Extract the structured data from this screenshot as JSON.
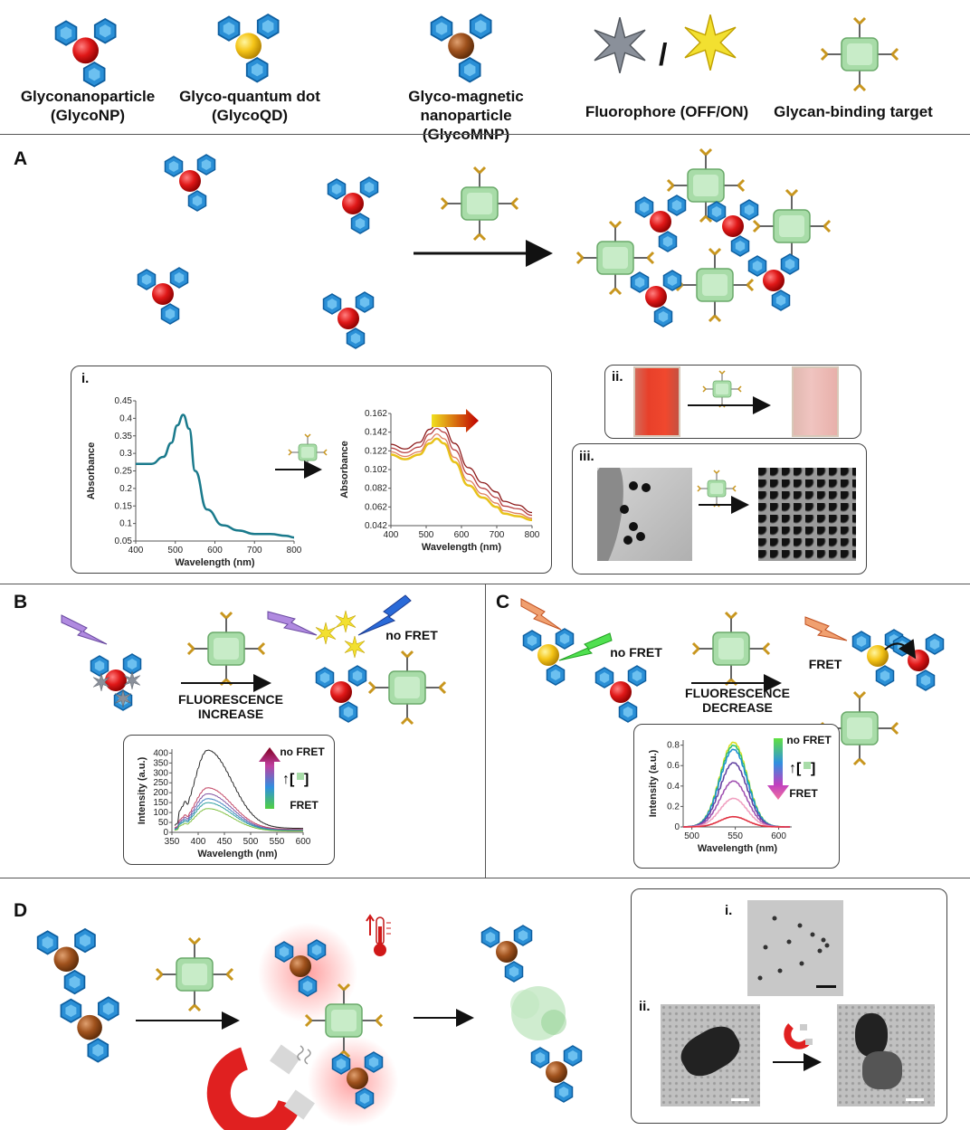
{
  "legend": [
    {
      "line1": "Glyconanoparticle",
      "line2": "(GlycoNP)"
    },
    {
      "line1": "Glyco-quantum dot",
      "line2": "(GlycoQD)"
    },
    {
      "line1": "Glyco-magnetic nanoparticle",
      "line2": "(GlycoMNP)"
    },
    {
      "line1": "Fluorophore (OFF/ON)",
      "line2": ""
    },
    {
      "line1": "Glycan-binding target",
      "line2": ""
    }
  ],
  "panels": {
    "a": "A",
    "b": "B",
    "c": "C",
    "d": "D"
  },
  "panel_a": {
    "sub_i": "i.",
    "sub_ii": "ii.",
    "sub_iii": "iii.",
    "chart_left": {
      "ylabel": "Absorbance",
      "xlabel": "Wavelength (nm)"
    },
    "chart_right": {
      "ylabel": "Absorbance",
      "xlabel": "Wavelength (nm)"
    }
  },
  "panel_b": {
    "no_fret": "no FRET",
    "caption1": "FLUORESCENCE",
    "caption2": "INCREASE",
    "chart": {
      "ylabel": "Intensity (a.u.)",
      "xlabel": "Wavelength (nm)",
      "top": "no FRET",
      "bottom": "FRET"
    }
  },
  "panel_c": {
    "no_fret": "no FRET",
    "fret": "FRET",
    "caption1": "FLUORESCENCE",
    "caption2": "DECREASE",
    "chart": {
      "ylabel": "Intensity (a.u.)",
      "xlabel": "Wavelength (nm)",
      "top": "no FRET",
      "bottom": "FRET"
    }
  },
  "panel_d": {
    "sub_i": "i.",
    "sub_ii": "ii."
  },
  "colors": {
    "gold_np": "#e01818",
    "qd": "#f5c518",
    "mnp": "#a0521d",
    "glycan": "#2a8fd6",
    "target": "#a8dca8",
    "linker": "#c8961e"
  },
  "chart_data": [
    {
      "type": "line",
      "title": "",
      "xlabel": "Wavelength (nm)",
      "ylabel": "Absorbance",
      "xlim": [
        400,
        800
      ],
      "ylim": [
        0.05,
        0.45
      ],
      "x_ticks": [
        400,
        500,
        600,
        700,
        800
      ],
      "y_ticks": [
        0.05,
        0.1,
        0.15,
        0.2,
        0.25,
        0.3,
        0.35,
        0.4,
        0.45
      ],
      "series": [
        {
          "x": [
            400,
            440,
            470,
            490,
            505,
            520,
            535,
            550,
            580,
            620,
            660,
            700,
            740,
            780,
            800
          ],
          "y": [
            0.27,
            0.27,
            0.29,
            0.33,
            0.38,
            0.41,
            0.37,
            0.25,
            0.14,
            0.095,
            0.08,
            0.07,
            0.07,
            0.065,
            0.06
          ],
          "color": "#1a7a8c"
        }
      ]
    },
    {
      "type": "line",
      "title": "",
      "xlabel": "Wavelength (nm)",
      "ylabel": "Absorbance",
      "xlim": [
        400,
        800
      ],
      "ylim": [
        0.042,
        0.162
      ],
      "x_ticks": [
        400,
        500,
        600,
        700,
        800
      ],
      "y_ticks": [
        0.042,
        0.062,
        0.082,
        0.102,
        0.122,
        0.142,
        0.162
      ],
      "series": [
        {
          "x": [
            400,
            440,
            480,
            510,
            530,
            550,
            580,
            620,
            660,
            700,
            720,
            760,
            800
          ],
          "y": [
            0.118,
            0.113,
            0.118,
            0.13,
            0.135,
            0.13,
            0.11,
            0.085,
            0.072,
            0.062,
            0.055,
            0.052,
            0.048
          ],
          "color": "#e8c21a"
        },
        {
          "x": [
            400,
            440,
            480,
            510,
            530,
            550,
            580,
            620,
            660,
            700,
            720,
            760,
            800
          ],
          "y": [
            0.121,
            0.116,
            0.121,
            0.134,
            0.14,
            0.135,
            0.115,
            0.09,
            0.076,
            0.066,
            0.058,
            0.055,
            0.05
          ],
          "color": "#e08060"
        },
        {
          "x": [
            400,
            440,
            480,
            510,
            530,
            550,
            580,
            620,
            660,
            700,
            720,
            760,
            800
          ],
          "y": [
            0.125,
            0.12,
            0.126,
            0.14,
            0.146,
            0.142,
            0.123,
            0.097,
            0.082,
            0.072,
            0.063,
            0.06,
            0.053
          ],
          "color": "#b84040"
        },
        {
          "x": [
            400,
            440,
            480,
            510,
            530,
            550,
            580,
            620,
            660,
            700,
            720,
            760,
            800
          ],
          "y": [
            0.129,
            0.124,
            0.131,
            0.145,
            0.151,
            0.148,
            0.13,
            0.104,
            0.088,
            0.078,
            0.068,
            0.064,
            0.056
          ],
          "color": "#8c1a1a"
        }
      ]
    },
    {
      "type": "line",
      "title": "",
      "xlabel": "Wavelength (nm)",
      "ylabel": "Intensity (a.u.)",
      "xlim": [
        350,
        600
      ],
      "ylim": [
        0,
        420
      ],
      "x_ticks": [
        350,
        400,
        450,
        500,
        550,
        600
      ],
      "y_ticks": [
        0,
        50,
        100,
        150,
        200,
        250,
        300,
        350,
        400
      ],
      "series": [
        {
          "peak": 415,
          "base": 20,
          "color": "#222222"
        },
        {
          "peak": 225,
          "base": 15,
          "color": "#c04060"
        },
        {
          "peak": 195,
          "base": 12,
          "color": "#8050a0"
        },
        {
          "peak": 170,
          "base": 10,
          "color": "#4080c0"
        },
        {
          "peak": 150,
          "base": 8,
          "color": "#30a0a0"
        },
        {
          "peak": 120,
          "base": 6,
          "color": "#80c040"
        }
      ]
    },
    {
      "type": "line",
      "title": "",
      "xlabel": "Wavelength (nm)",
      "ylabel": "Intensity (a.u.)",
      "xlim": [
        490,
        615
      ],
      "ylim": [
        0,
        0.85
      ],
      "x_ticks": [
        500,
        550,
        600
      ],
      "y_ticks": [
        0,
        0.2,
        0.4,
        0.6,
        0.8
      ],
      "series": [
        {
          "peak": 0.83,
          "color": "#d8e020"
        },
        {
          "peak": 0.8,
          "color": "#30c070"
        },
        {
          "peak": 0.76,
          "color": "#2090d0"
        },
        {
          "peak": 0.63,
          "color": "#6040a0"
        },
        {
          "peak": 0.45,
          "color": "#a050b0"
        },
        {
          "peak": 0.28,
          "color": "#f0a0c0"
        },
        {
          "peak": 0.1,
          "color": "#e03040"
        }
      ]
    }
  ]
}
